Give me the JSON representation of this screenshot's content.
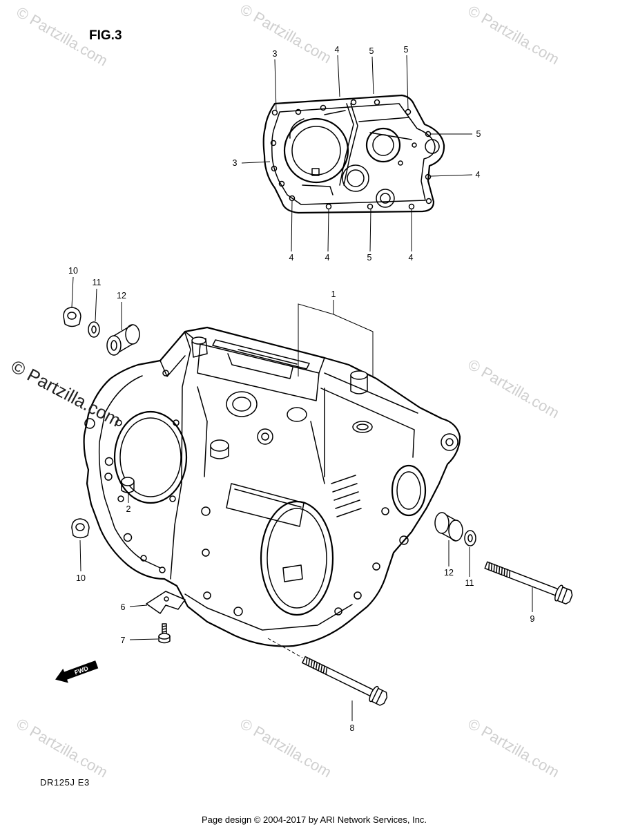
{
  "figure": {
    "title": "FIG.3",
    "model_code": "DR125J E3"
  },
  "callouts": {
    "inset": [
      "3",
      "4",
      "5",
      "5",
      "5",
      "3",
      "4",
      "4",
      "4",
      "5",
      "4"
    ],
    "main": [
      "10",
      "11",
      "12",
      "1",
      "2",
      "10",
      "6",
      "7",
      "12",
      "11",
      "9",
      "8"
    ]
  },
  "fwd_label": "FWD",
  "watermark": "© Partzilla.com",
  "footer": "Page design © 2004-2017 by ARI Network Services, Inc.",
  "colors": {
    "line": "#000000",
    "watermark": "#cfcfcf",
    "background": "#ffffff"
  }
}
